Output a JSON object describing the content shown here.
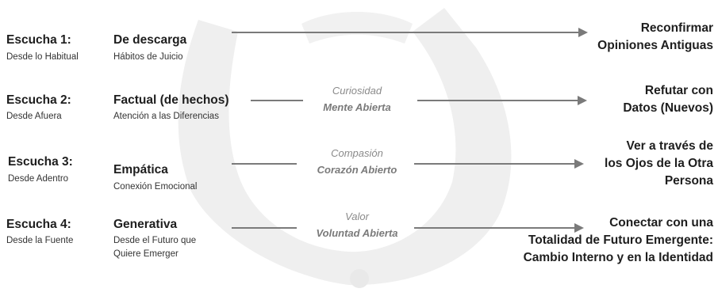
{
  "rows": [
    {
      "level": "Escucha 1:",
      "source": "Desde lo Habitual",
      "mode": "De descarga",
      "mode_sub": [
        "Hábitos de Juicio"
      ],
      "mid_top": "",
      "mid_bottom": "",
      "outcome": [
        "Reconfirmar",
        "Opiniones Antiguas"
      ]
    },
    {
      "level": "Escucha 2:",
      "source": "Desde Afuera",
      "mode": "Factual (de hechos)",
      "mode_sub": [
        "Atención a las Diferencias"
      ],
      "mid_top": "Curiosidad",
      "mid_bottom": "Mente Abierta",
      "outcome": [
        "Refutar con",
        "Datos (Nuevos)"
      ]
    },
    {
      "level": "Escucha 3:",
      "source": "Desde Adentro",
      "mode": "Empática",
      "mode_sub": [
        "Conexión Emocional"
      ],
      "mid_top": "Compasión",
      "mid_bottom": "Corazón Abierto",
      "outcome": [
        "Ver a través de",
        "los Ojos de la Otra",
        "Persona"
      ]
    },
    {
      "level": "Escucha 4:",
      "source": "Desde la Fuente",
      "mode": "Generativa",
      "mode_sub": [
        "Desde el Futuro que",
        "Quiere Emerger"
      ],
      "mid_top": "Valor",
      "mid_bottom": "Voluntad Abierta",
      "outcome": [
        "Conectar con una",
        "Totalidad de Futuro Emergente:",
        "Cambio Interno y en la Identidad"
      ]
    }
  ],
  "colors": {
    "arrow": "#7a7a7a",
    "watermark": "#ececec",
    "text": "#1e1e1e",
    "muted": "#8a8a8a"
  }
}
